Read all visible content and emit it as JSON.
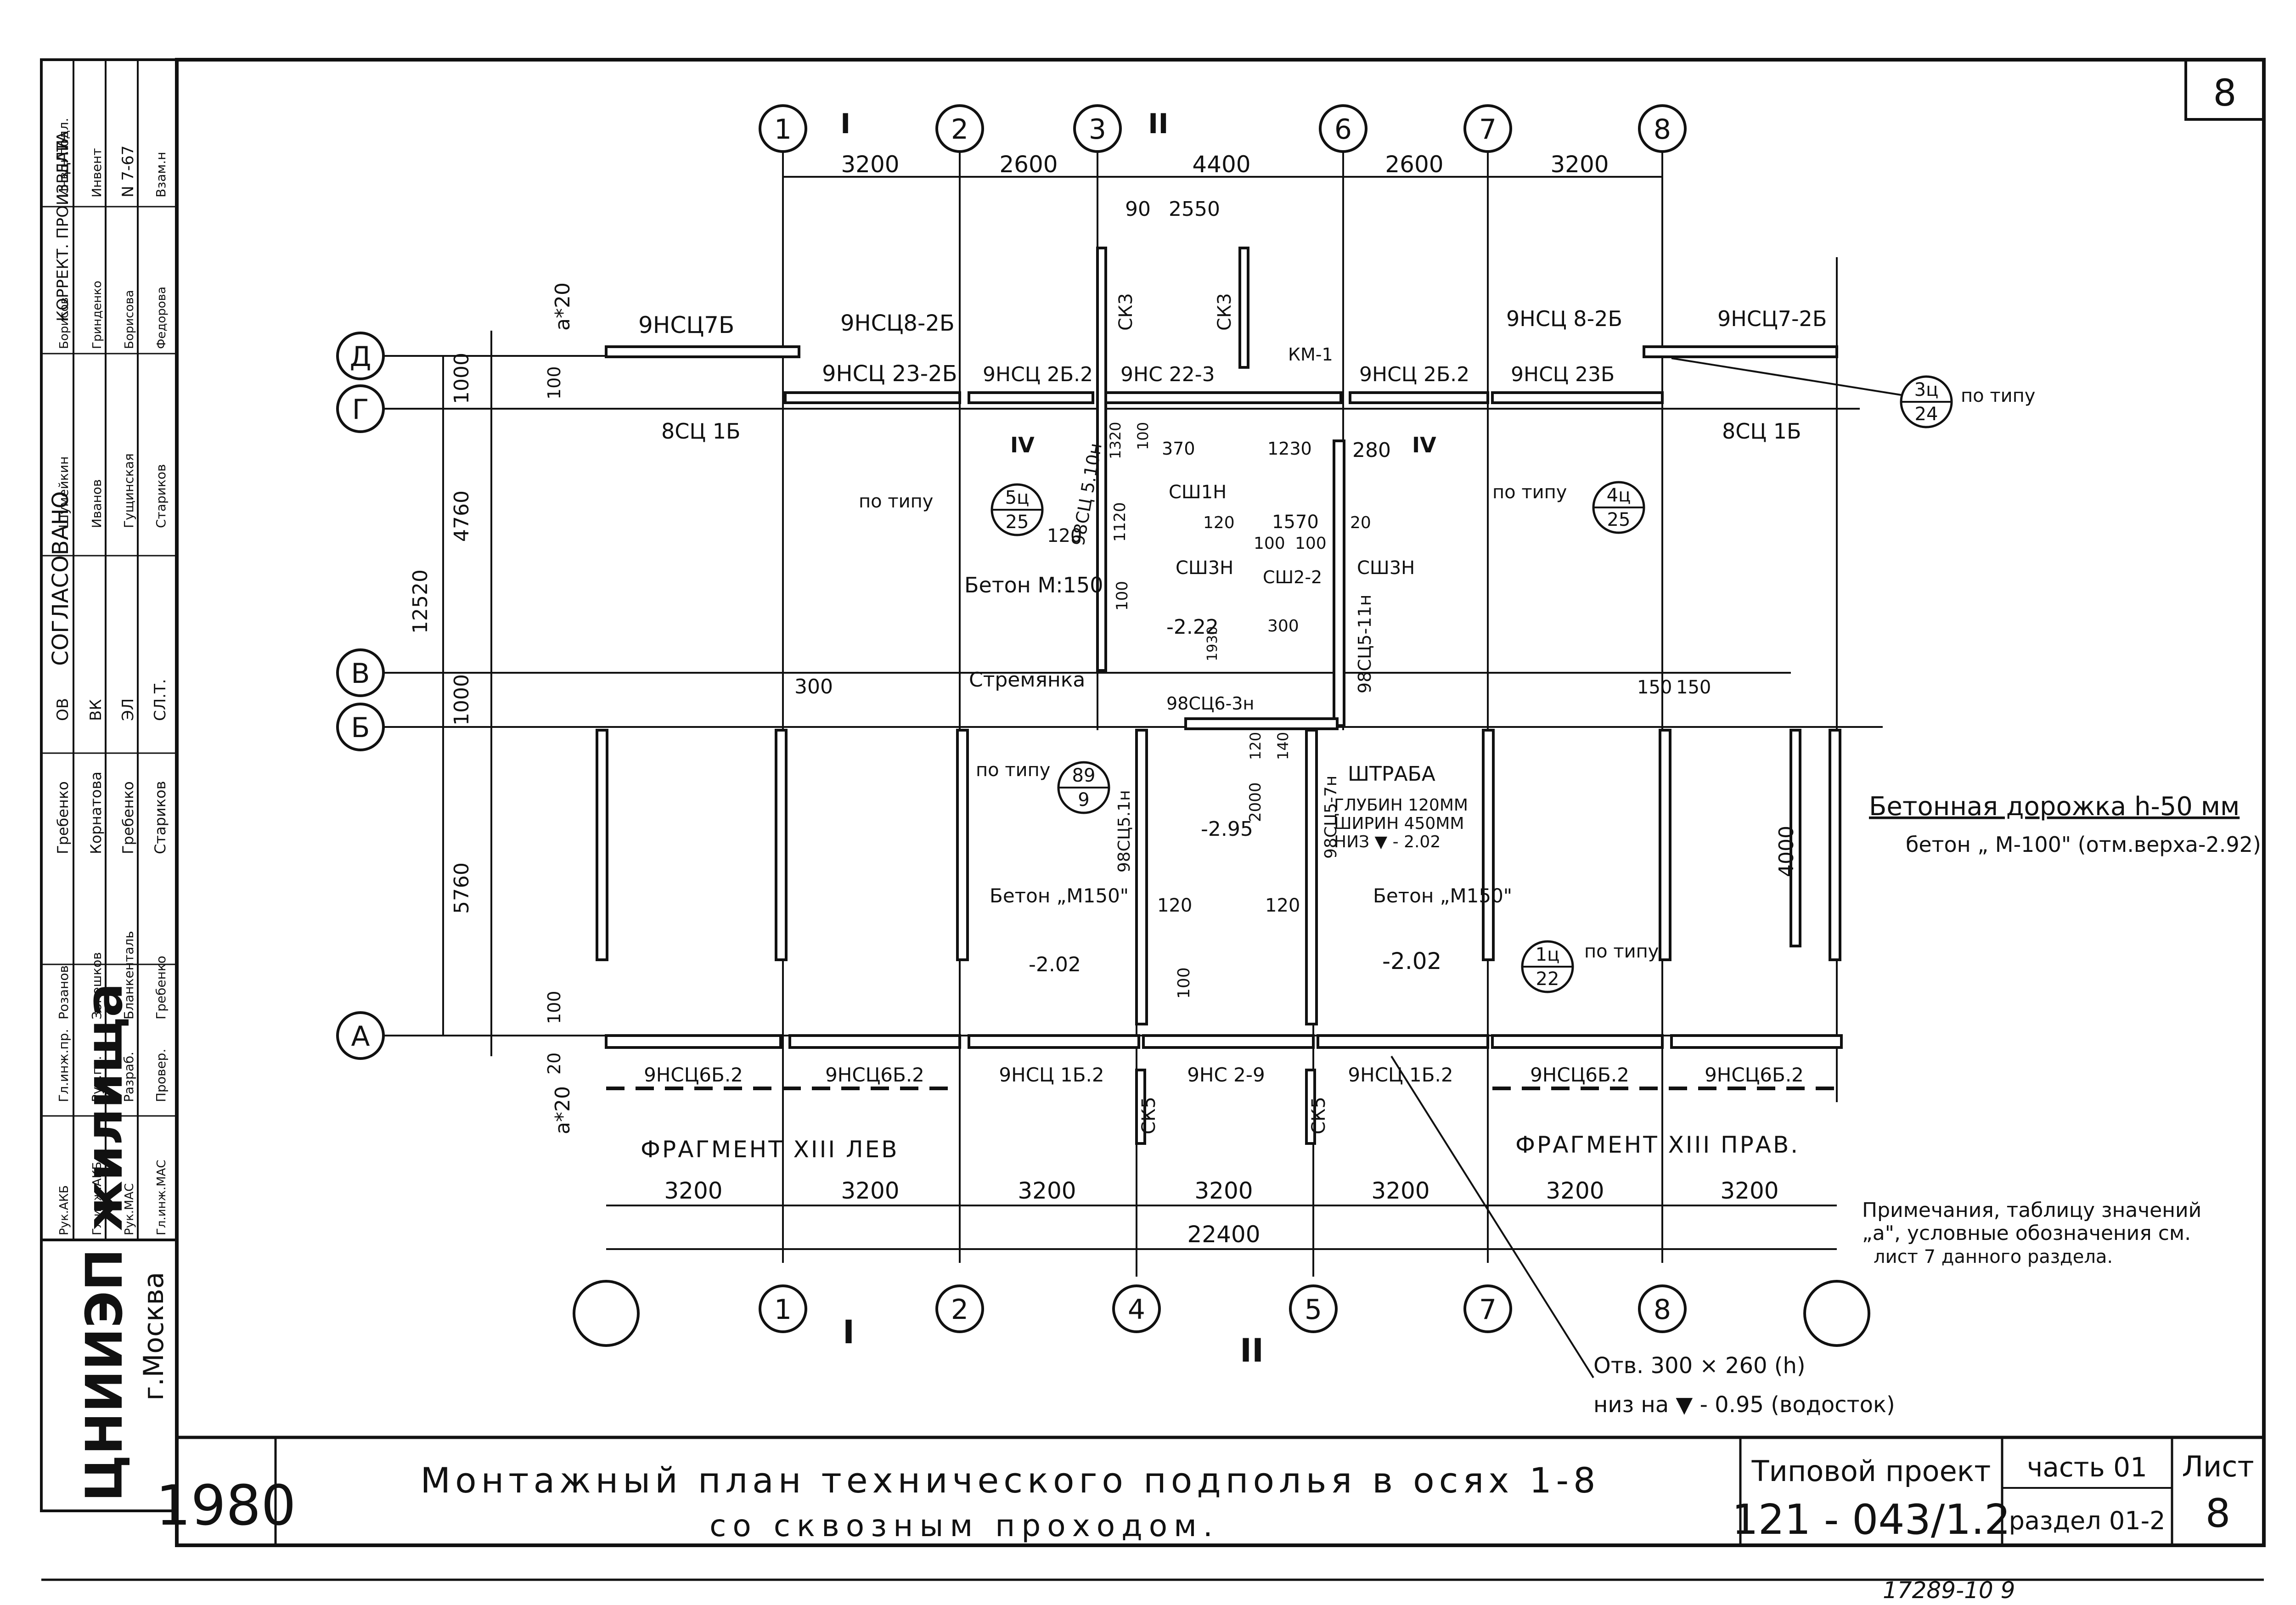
{
  "sheet_number": "8",
  "axes_top": [
    "1",
    "2",
    "3",
    "6",
    "7",
    "8"
  ],
  "axes_bottom": [
    "1",
    "2",
    "4",
    "5",
    "7",
    "8"
  ],
  "axes_rows": [
    "Д",
    "Г",
    "В",
    "Б",
    "А"
  ],
  "top_dims": [
    "3200",
    "2600",
    "4400",
    "2600",
    "3200"
  ],
  "top_subdims": [
    "90",
    "2550"
  ],
  "bottom_dims": [
    "3200",
    "3200",
    "3200",
    "3200",
    "3200",
    "3200",
    "3200"
  ],
  "bottom_total": "22400",
  "left_dims": [
    "1000",
    "4760",
    "1000",
    "5760"
  ],
  "left_total": "12520",
  "left_small": [
    "100",
    "100",
    "20"
  ],
  "a_marks": [
    "a*20",
    "a*20"
  ],
  "section_marks": [
    "I",
    "II",
    "IV",
    "IV",
    "I",
    "II"
  ],
  "labels": {
    "p_9nsc7_6": "9НСЦ7Б",
    "p_9nsc8_26_l": "9НСЦ8-2Б",
    "p_9nsc23_26": "9НСЦ 23-2Б",
    "p_9nsc26_2_l": "9НСЦ 2Б.2",
    "p_9nc22_3": "9НС 22-3",
    "p_9nsc26_2_r": "9НСЦ 2Б.2",
    "p_9nsc23b": "9НСЦ 23Б",
    "p_9nsc8_26_r": "9НСЦ 8-2Б",
    "p_9nsc7_26": "9НСЦ7-2Б",
    "p_vsc1b_l": "8СЦ 1Б",
    "p_vsc1b_r": "8СЦ 1Б",
    "p_km1": "КМ-1",
    "p_ck3_a": "СК3",
    "p_ck3_b": "СК3",
    "p_9vsc5_10": "98СЦ 5.10н",
    "p_9vsc5_11": "98СЦ5-11н",
    "p_9vsc5_l": "98СЦ5.1н",
    "p_9vsc5_7": "98СЦ5-7н",
    "p_9vsc6_3": "98СЦ6-3н",
    "p_csh1": "СШ1Н",
    "p_csh3_l": "СШ3Н",
    "p_csh2_2": "СШ2-2",
    "p_csh3_r": "СШ3Н",
    "p_stair": "Стремянка",
    "p_beton150_a": "Бетон М:150",
    "p_beton150_b": "Бетон „М150\"",
    "p_beton150_c": "Бетон „М150\"",
    "p_elev_222": "-2.22",
    "p_elev_295": "-2.95",
    "p_elev_202_l": "-2.02",
    "p_elev_202_r": "-2.02",
    "p_shtraba": "ШТРАБА",
    "p_shtraba_1": "ГЛУБИН 120ММ",
    "p_shtraba_2": "ШИРИН 450ММ",
    "p_shtraba_3": "НИЗ ▼ - 2.02",
    "p_po_tipu_1": "по типу",
    "p_po_tipu_2": "по типу",
    "p_po_tipu_3": "по типу",
    "p_po_tipu_4": "по типу",
    "p_po_tipu_5": "по типу",
    "c_3c_top": "3ц",
    "c_3c_bot": "24",
    "c_5c_top": "5ц",
    "c_5c_bot": "25",
    "c_4c_top": "4ц",
    "c_4c_bot": "25",
    "c_89_top": "89",
    "c_89_bot": "9",
    "c_1c_top": "1ц",
    "c_1c_bot": "22",
    "p_9nsc6b2_a": "9НСЦ6Б.2",
    "p_9nsc6b2_b": "9НСЦ6Б.2",
    "p_9nsc1b2_a": "9НСЦ 1Б.2",
    "p_9nc2_9": "9НС 2-9",
    "p_9nsc1b2_b": "9НСЦ 1Б.2",
    "p_9nsc6b2_c": "9НСЦ6Б.2",
    "p_9nsc6b2_d": "9НСЦ6Б.2",
    "p_ck5_a": "СК5",
    "p_ck5_b": "СК5",
    "frag_left": "ФРАГМЕНТ XIII ЛЕВ",
    "frag_right": "ФРАГМЕНТ XIII ПРАВ.",
    "path_title": "Бетонная дорожка h-50 мм",
    "path_sub": "бетон „ М-100\" (отм.верха-2.92)",
    "path_dim": "4000",
    "hole_1": "Отв. 300 × 260 (h)",
    "hole_2": "низ на ▼ - 0.95 (водосток)",
    "note_1": "Примечания, таблицу значений",
    "note_2": "„а\", условные обозначения см.",
    "note_3": "лист 7 данного раздела.",
    "inner_370": "370",
    "inner_1230": "1230",
    "inner_280": "280",
    "inner_1320": "1320",
    "inner_100a": "100",
    "inner_1570": "1570",
    "inner_120a": "120",
    "inner_100b": "100",
    "inner_100c": "100",
    "inner_20": "20",
    "inner_1120": "1120",
    "inner_120b": "120",
    "inner_100d": "100",
    "inner_1930": "1930",
    "inner_300a": "300",
    "inner_300b": "300",
    "inner_150a": "150",
    "inner_150b": "150",
    "inner_2000": "2000",
    "inner_120c": "120",
    "inner_140": "140",
    "inner_120d": "120",
    "inner_120e": "120",
    "inner_100e": "100"
  },
  "title_block": {
    "org": "ЦНИИЭП жилища",
    "city": "г.Москва",
    "year": "1980",
    "title_1": "Монтажный план технического подполья в осях 1-8",
    "title_2": "со сквозным проходом.",
    "project_label": "Типовой проект",
    "project_number": "121 - 043/1.2",
    "part": "часть 01",
    "section": "раздел 01-2",
    "sheet_label": "Лист",
    "sheet_value": "8",
    "bottom_note": "17289-10  9"
  },
  "stamp": {
    "agreed": "СОГЛАСОВАНО",
    "cols": [
      "ОВ",
      "ВК",
      "ЭЛ",
      "СЛ.Т."
    ],
    "names": [
      "Гребенко",
      "Корнатова",
      "Гребенко",
      "Стариков"
    ],
    "correct_title": "КОРРЕКТ. ПРОИЗВЕЛИ",
    "date_title": "ДАТА",
    "roles_a": [
      "Гл.инж.пр.",
      "Рук.гр.",
      "Разраб.",
      "Провер."
    ],
    "names_a": [
      "Розанов",
      "Зонешков",
      "Бланкенталь",
      "Гребенко"
    ],
    "roles_b": [
      "Рук.АКБ",
      "Гл.инж.АКБ",
      "Рук.МАС",
      "Гл.инж.МАС"
    ],
    "right_cols": [
      "Шумейкин",
      "Иванов",
      "Гущинская",
      "Стариков"
    ],
    "inv": [
      "Инв.н подл.",
      "Инвент",
      "N 7-67",
      "Взам.н"
    ],
    "ref_names": [
      "Борисов",
      "Гринденко",
      "Борисова",
      "Федорова"
    ]
  }
}
